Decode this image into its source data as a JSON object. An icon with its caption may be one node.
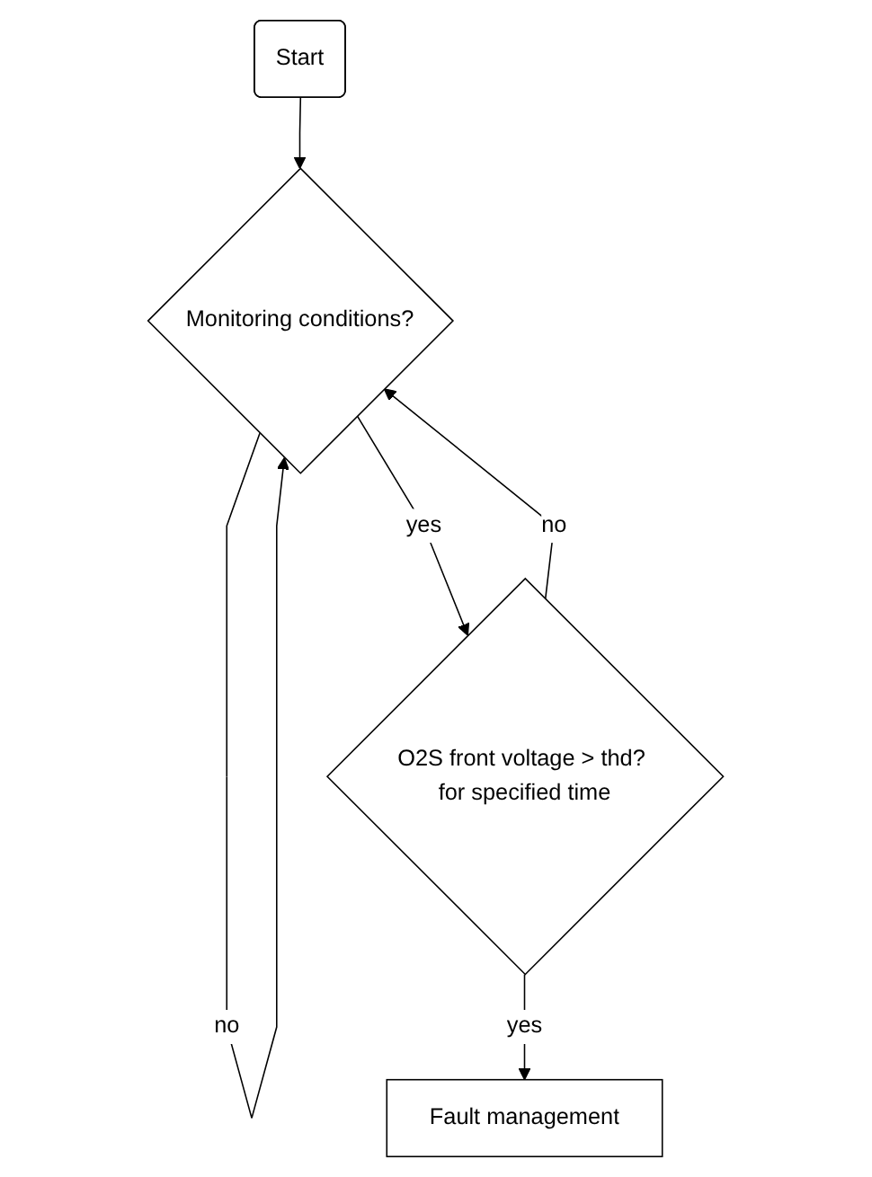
{
  "diagram": {
    "nodes": [
      {
        "text": [
          "Start"
        ]
      },
      {
        "text": [
          "Monitoring conditions?"
        ]
      },
      {
        "text": [
          "O2S front voltage > thd? for specified time"
        ]
      },
      {
        "text": [
          "Fault management"
        ]
      }
    ],
    "edges": [
      {
        "from": 0,
        "to": 1,
        "arrow": "to"
      },
      {
        "from": 1,
        "to": 1,
        "arrow": "to",
        "label": "no"
      },
      {
        "from": 1,
        "to": 2,
        "arrow": "to",
        "label": "yes"
      },
      {
        "from": 2,
        "to": 1,
        "arrow": "to",
        "label": "no"
      },
      {
        "from": 2,
        "to": 3,
        "arrow": "to",
        "label": "yes"
      }
    ]
  }
}
